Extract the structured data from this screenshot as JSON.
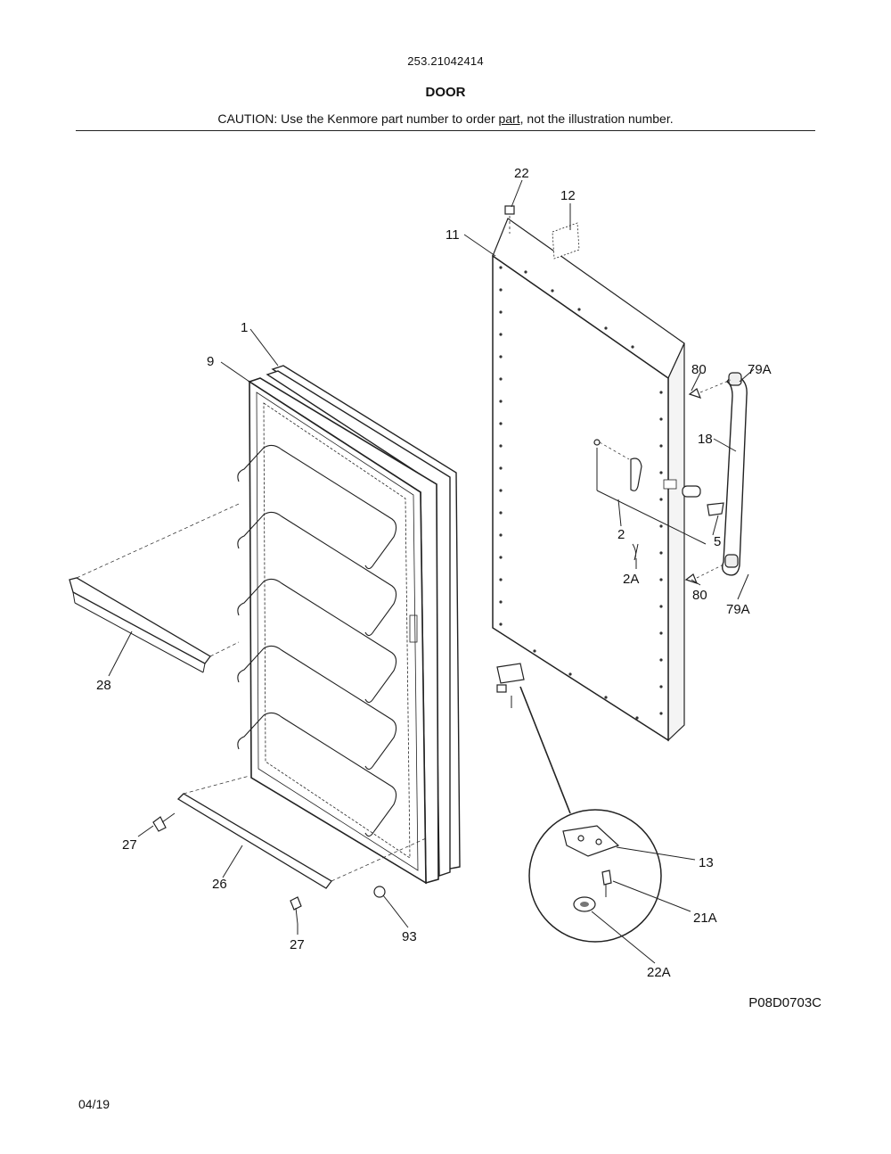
{
  "header": {
    "model_number": "253.21042414",
    "section_title": "DOOR",
    "caution_prefix": "CAUTION: Use the Kenmore part number to order ",
    "caution_emphasis": "part",
    "caution_suffix": ", not the illustration number."
  },
  "callouts": {
    "c1": "1",
    "c9": "9",
    "c11": "11",
    "c12": "12",
    "c22": "22",
    "c80_top": "80",
    "c79A_top": "79A",
    "c18": "18",
    "c2": "2",
    "c5": "5",
    "c2A": "2A",
    "c80_bottom": "80",
    "c79A_bottom": "79A",
    "c28": "28",
    "c27_left": "27",
    "c26": "26",
    "c27_bottom": "27",
    "c93": "93",
    "c13": "13",
    "c21A": "21A",
    "c22A": "22A"
  },
  "footer": {
    "figure_code": "P08D0703C",
    "date": "04/19"
  }
}
